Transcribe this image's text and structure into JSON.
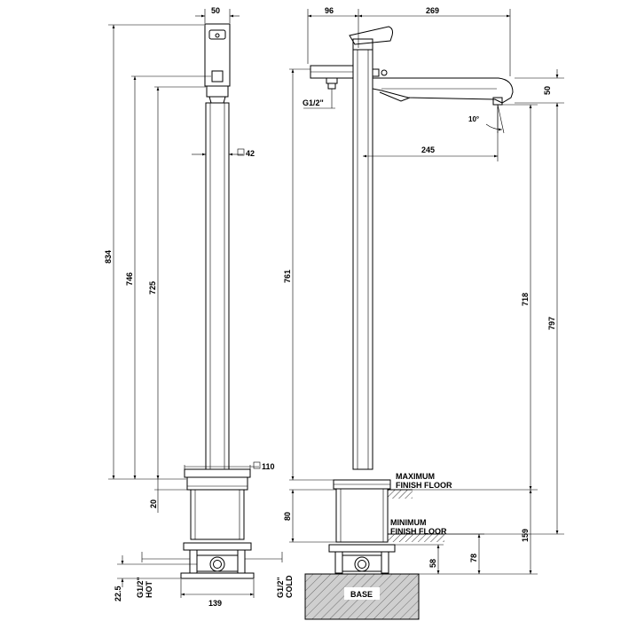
{
  "front_view": {
    "dim_top_width": "50",
    "dim_total_height": "834",
    "dim_height_spout": "746",
    "dim_height_outlet": "725",
    "dim_column_square": "42",
    "dim_base_square": "110",
    "dim_base_offset": "20",
    "dim_lower_height": "22.5",
    "dim_base_width": "139",
    "inlet_hot_thread": "G1/2\"",
    "inlet_hot_label": "HOT",
    "inlet_cold_thread": "G1/2\"",
    "inlet_cold_label": "COLD"
  },
  "side_view": {
    "dim_handle_offset": "96",
    "dim_spout_length": "269",
    "dim_spout_reach": "245",
    "dim_spout_thickness": "50",
    "dim_spout_angle": "10°",
    "dim_column_height": "761",
    "dim_outlet_height": "718",
    "dim_overall_height": "797",
    "dim_finish_gap": "80",
    "dim_finish_range": "159",
    "dim_base_height": "58",
    "dim_base_depth": "78",
    "thread_label": "G1/2\"",
    "max_floor_line1": "MAXIMUM",
    "max_floor_line2": "FINISH FLOOR",
    "min_floor_line1": "MINIMUM",
    "min_floor_line2": "FINISH FLOOR",
    "base_label": "BASE"
  }
}
